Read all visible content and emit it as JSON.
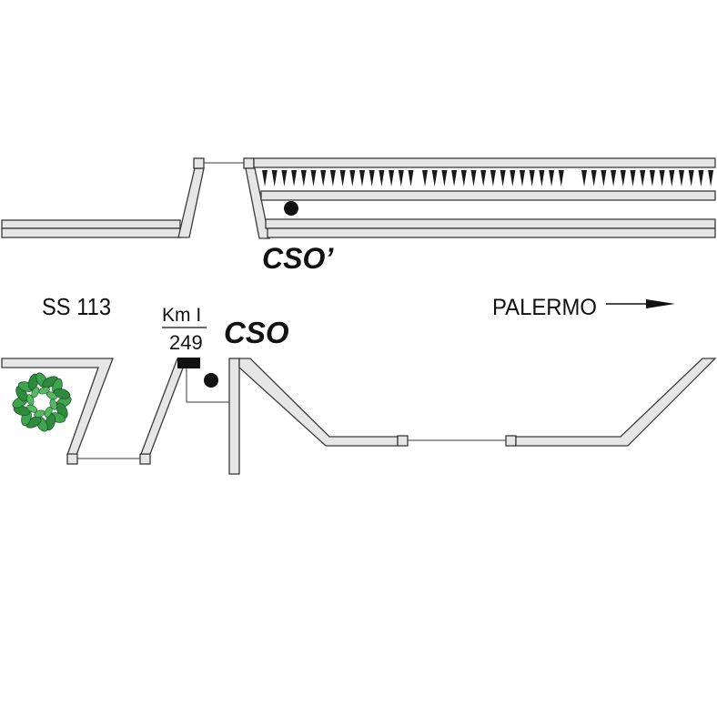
{
  "labels": {
    "cso_prime": "CSO’",
    "cso": "CSO",
    "road": "SS 113",
    "km_top": "Km I",
    "km_bottom": "249",
    "direction": "PALERMO"
  },
  "icons": {
    "direction_arrow": "arrow-right-icon",
    "wreath": "wreath-icon",
    "teeth": "spike-row-icon"
  },
  "colors": {
    "rail_fill": "#e6e6e6",
    "rail_stroke": "#3a3a3a",
    "wreath_green": "#2f8a3e",
    "marker": "#111111"
  }
}
